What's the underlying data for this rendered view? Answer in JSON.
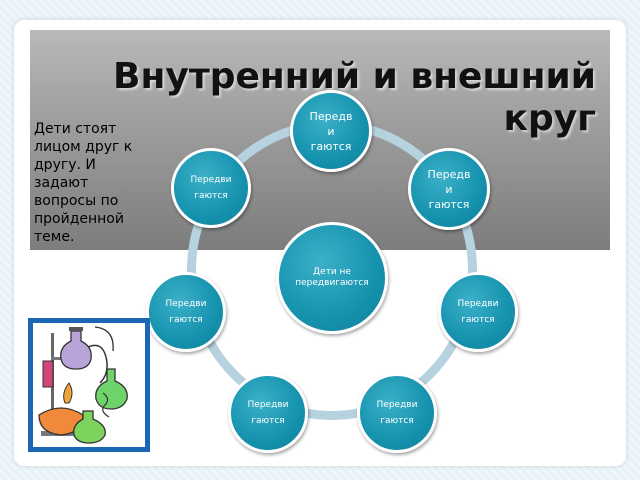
{
  "title": "Внутренний и внешний\nкруг",
  "description": "Дети стоят лицом друг к другу.  И задают вопросы по пройденной теме.",
  "center": "Дети не\nпередвигаются",
  "nodes": {
    "top": "Передв\nи\nгаются",
    "upper_left": "Передви\nгаются",
    "upper_right": "Передв\nи\nгаются",
    "mid_left": "Передви\nгаются",
    "mid_right": "Передви\nгаются",
    "bottom_left": "Передви\nгаются",
    "bottom_right": "Передви\nгаются"
  },
  "colors": {
    "node_fill": "#1592ae",
    "ring": "#b5d2de",
    "frame": "#1a68b5",
    "banner": "#9a9a9a"
  },
  "picture": {
    "icon": "chemistry-lab-flasks-icon"
  }
}
